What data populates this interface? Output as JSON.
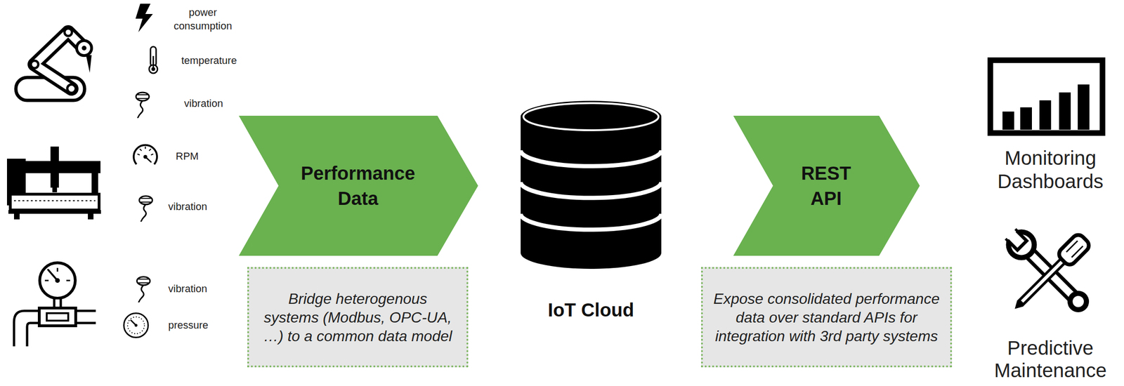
{
  "diagram": {
    "nodes": [
      {
        "text": [
          "Performance Data"
        ]
      },
      {
        "text": [
          "Bridge heterogenous systems (Modbus, OPC-UA, …) to a common data model"
        ]
      },
      {
        "text": [
          "IoT Cloud"
        ]
      },
      {
        "text": [
          "REST API"
        ]
      },
      {
        "text": [
          "Expose consolidated performance data over standard APIs for integration with 3rd party systems"
        ]
      },
      {
        "text": [
          "Monitoring Dashboards"
        ]
      },
      {
        "text": [
          "Predictive Maintenance"
        ]
      }
    ],
    "labels": [
      "power consumption",
      "temperature",
      "vibration",
      "RPM",
      "vibration",
      "vibration",
      "pressure"
    ]
  }
}
